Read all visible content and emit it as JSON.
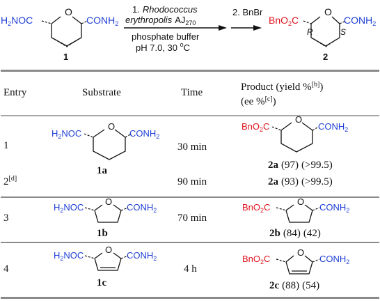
{
  "scheme": {
    "reagents": {
      "step1_line1": "1.",
      "step1_organism_a": "Rhodococcus",
      "step1_organism_b": "erythropolis",
      "step1_strain": "AJ270",
      "step1_buffer": "phosphate buffer",
      "step1_conditions": "pH 7.0, 30 ",
      "step1_degree": "o",
      "step1_unit": "C",
      "step2": "2. BnBr"
    },
    "reactant": {
      "left_group": "H2NOC",
      "right_group": "CONH2",
      "ring_o": "O",
      "label": "1"
    },
    "product": {
      "left_group": "BnO2C",
      "right_group": "CONH2",
      "ring_o": "O",
      "stereo_left": "R",
      "stereo_right": "S",
      "label": "2"
    }
  },
  "table": {
    "headers": {
      "entry": "Entry",
      "substrate": "Substrate",
      "time": "Time",
      "product_line1": "Product (yield %",
      "product_note1": "[b]",
      "product_line1_end": ")",
      "product_line2": "(ee %",
      "product_note2": "[c]",
      "product_line2_end": ")"
    },
    "rows": [
      {
        "entry": "1",
        "time": "30 min",
        "substrate": "1a",
        "product_label": "2a",
        "yield": "(97)",
        "ee": "(>99.5)"
      },
      {
        "entry": "2",
        "entry_note": "[d]",
        "time": "90 min",
        "product_label": "2a",
        "yield": "(93)",
        "ee": "(>99.5)"
      },
      {
        "entry": "3",
        "time": "70 min",
        "substrate": "1b",
        "product_label": "2b",
        "yield": "(84)",
        "ee": "(42)"
      },
      {
        "entry": "4",
        "time": "4 h",
        "substrate": "1c",
        "product_label": "2c",
        "yield": "(88)",
        "ee": "(54)"
      }
    ],
    "structures": {
      "h2noc": "H2NOC",
      "conh2": "CONH2",
      "bno2c": "BnO2C",
      "ring_o": "O"
    }
  }
}
